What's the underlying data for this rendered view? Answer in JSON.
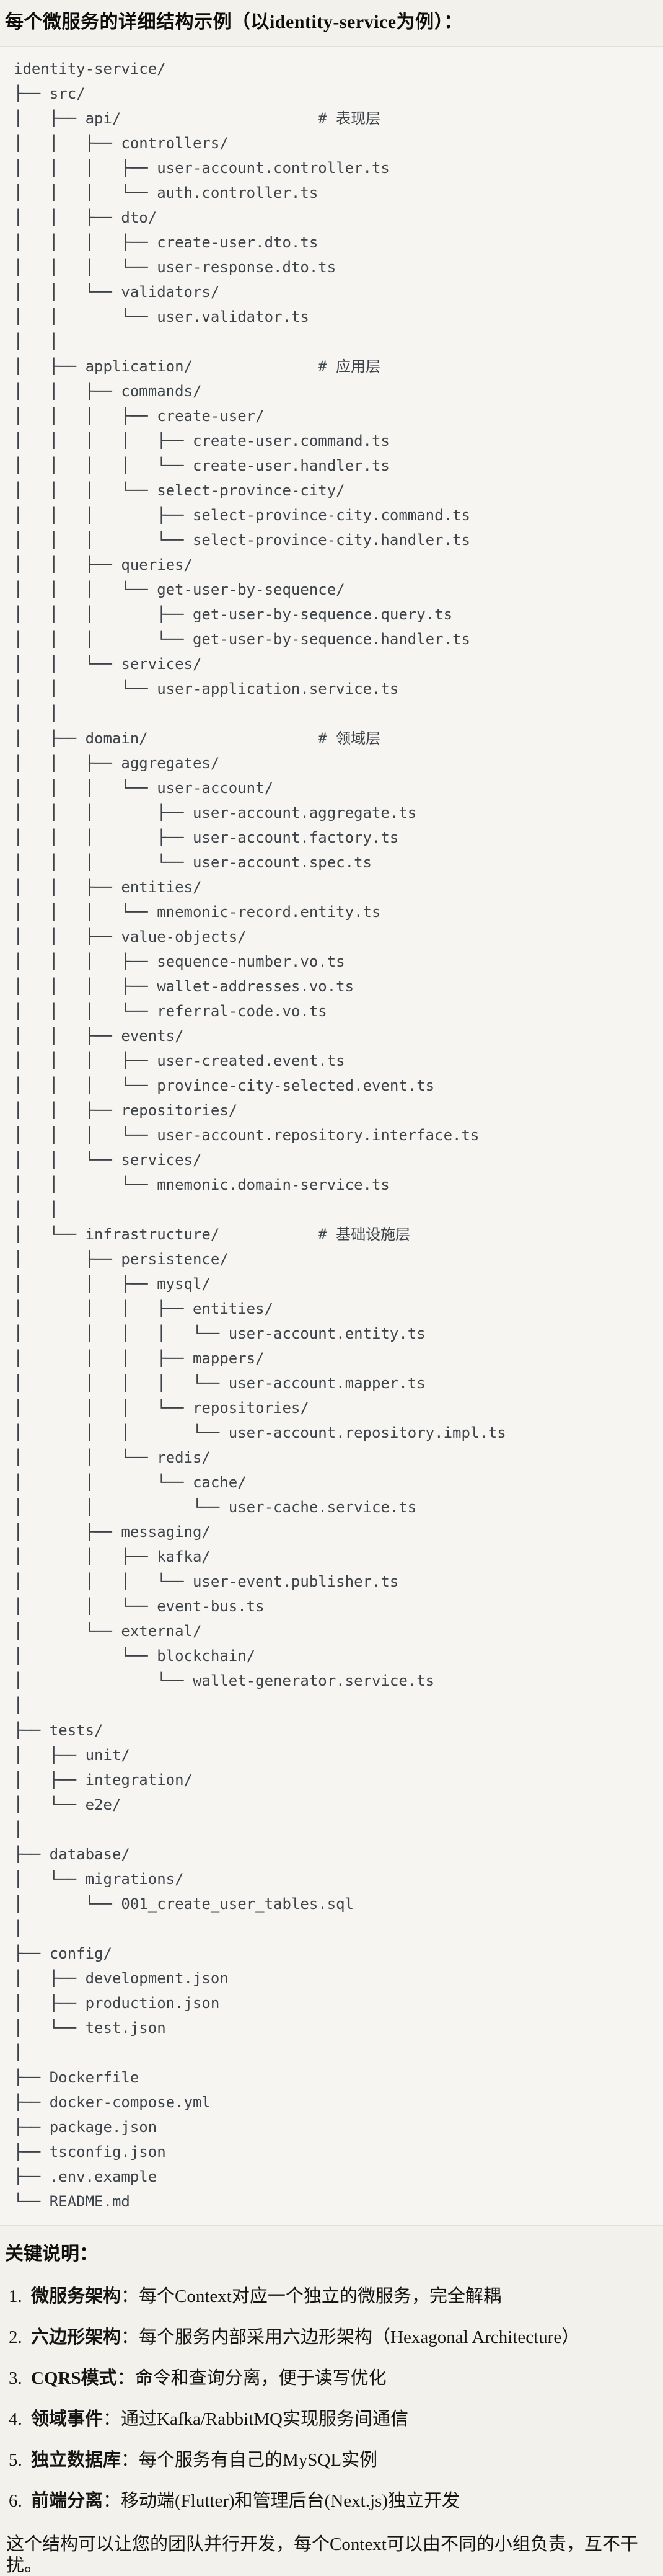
{
  "title": "每个微服务的详细结构示例（以identity-service为例）：",
  "tree": {
    "lines": [
      "identity-service/",
      "├── src/",
      "│   ├── api/                      # 表现层",
      "│   │   ├── controllers/",
      "│   │   │   ├── user-account.controller.ts",
      "│   │   │   └── auth.controller.ts",
      "│   │   ├── dto/",
      "│   │   │   ├── create-user.dto.ts",
      "│   │   │   └── user-response.dto.ts",
      "│   │   └── validators/",
      "│   │       └── user.validator.ts",
      "│   │",
      "│   ├── application/              # 应用层",
      "│   │   ├── commands/",
      "│   │   │   ├── create-user/",
      "│   │   │   │   ├── create-user.command.ts",
      "│   │   │   │   └── create-user.handler.ts",
      "│   │   │   └── select-province-city/",
      "│   │   │       ├── select-province-city.command.ts",
      "│   │   │       └── select-province-city.handler.ts",
      "│   │   ├── queries/",
      "│   │   │   └── get-user-by-sequence/",
      "│   │   │       ├── get-user-by-sequence.query.ts",
      "│   │   │       └── get-user-by-sequence.handler.ts",
      "│   │   └── services/",
      "│   │       └── user-application.service.ts",
      "│   │",
      "│   ├── domain/                   # 领域层",
      "│   │   ├── aggregates/",
      "│   │   │   └── user-account/",
      "│   │   │       ├── user-account.aggregate.ts",
      "│   │   │       ├── user-account.factory.ts",
      "│   │   │       └── user-account.spec.ts",
      "│   │   ├── entities/",
      "│   │   │   └── mnemonic-record.entity.ts",
      "│   │   ├── value-objects/",
      "│   │   │   ├── sequence-number.vo.ts",
      "│   │   │   ├── wallet-addresses.vo.ts",
      "│   │   │   └── referral-code.vo.ts",
      "│   │   ├── events/",
      "│   │   │   ├── user-created.event.ts",
      "│   │   │   └── province-city-selected.event.ts",
      "│   │   ├── repositories/",
      "│   │   │   └── user-account.repository.interface.ts",
      "│   │   └── services/",
      "│   │       └── mnemonic.domain-service.ts",
      "│   │",
      "│   └── infrastructure/           # 基础设施层",
      "│       ├── persistence/",
      "│       │   ├── mysql/",
      "│       │   │   ├── entities/",
      "│       │   │   │   └── user-account.entity.ts",
      "│       │   │   ├── mappers/",
      "│       │   │   │   └── user-account.mapper.ts",
      "│       │   │   └── repositories/",
      "│       │   │       └── user-account.repository.impl.ts",
      "│       │   └── redis/",
      "│       │       └── cache/",
      "│       │           └── user-cache.service.ts",
      "│       ├── messaging/",
      "│       │   ├── kafka/",
      "│       │   │   └── user-event.publisher.ts",
      "│       │   └── event-bus.ts",
      "│       └── external/",
      "│           └── blockchain/",
      "│               └── wallet-generator.service.ts",
      "│",
      "├── tests/",
      "│   ├── unit/",
      "│   ├── integration/",
      "│   └── e2e/",
      "│",
      "├── database/",
      "│   └── migrations/",
      "│       └── 001_create_user_tables.sql",
      "│",
      "├── config/",
      "│   ├── development.json",
      "│   ├── production.json",
      "│   └── test.json",
      "│",
      "├── Dockerfile",
      "├── docker-compose.yml",
      "├── package.json",
      "├── tsconfig.json",
      "├── .env.example",
      "└── README.md"
    ]
  },
  "notes": {
    "heading": "关键说明：",
    "items": [
      {
        "num": "1.",
        "label": "微服务架构",
        "text": "：每个Context对应一个独立的微服务，完全解耦"
      },
      {
        "num": "2.",
        "label": "六边形架构",
        "text": "：每个服务内部采用六边形架构（Hexagonal Architecture）"
      },
      {
        "num": "3.",
        "label": "CQRS模式",
        "text": "：命令和查询分离，便于读写优化"
      },
      {
        "num": "4.",
        "label": "领域事件",
        "text": "：通过Kafka/RabbitMQ实现服务间通信"
      },
      {
        "num": "5.",
        "label": "独立数据库",
        "text": "：每个服务有自己的MySQL实例"
      },
      {
        "num": "6.",
        "label": "前端分离",
        "text": "：移动端(Flutter)和管理后台(Next.js)独立开发"
      }
    ],
    "closing": "这个结构可以让您的团队并行开发，每个Context可以由不同的小组负责，互不干扰。"
  }
}
